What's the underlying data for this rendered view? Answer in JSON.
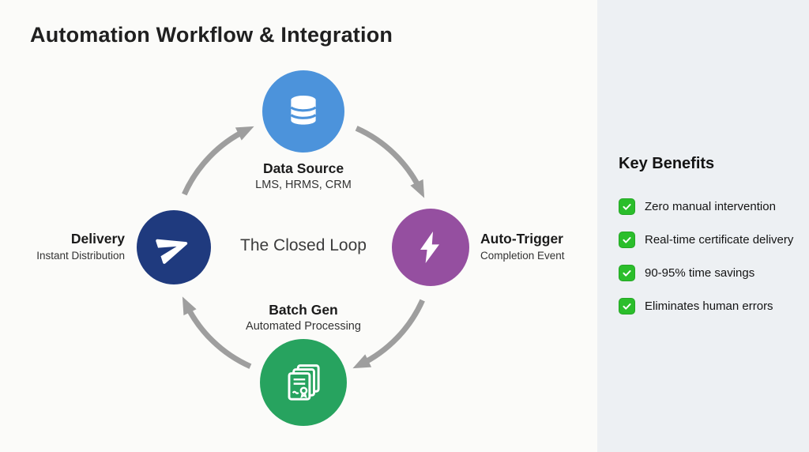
{
  "title": "Automation Workflow & Integration",
  "diagram": {
    "center_label": "The Closed Loop",
    "arrow_color": "#9E9E9E",
    "nodes": [
      {
        "label": "Data Source",
        "sublabel": "LMS, HRMS, CRM",
        "color": "#4C93DB",
        "icon": "database-icon"
      },
      {
        "label": "Auto-Trigger",
        "sublabel": "Completion Event",
        "color": "#954FA0",
        "icon": "lightning-icon"
      },
      {
        "label": "Batch Gen",
        "sublabel": "Automated Processing",
        "color": "#27A35F",
        "icon": "certificates-icon"
      },
      {
        "label": "Delivery",
        "sublabel": "Instant Distribution",
        "color": "#1F3A7E",
        "icon": "paper-plane-icon"
      }
    ]
  },
  "benefits": {
    "heading": "Key Benefits",
    "check_color": "#2BBE2B",
    "items": [
      "Zero manual intervention",
      "Real-time certificate delivery",
      "90-95% time savings",
      "Eliminates human errors"
    ]
  },
  "colors": {
    "background": "#FBFBF9",
    "panel_background": "#EDF0F3"
  }
}
